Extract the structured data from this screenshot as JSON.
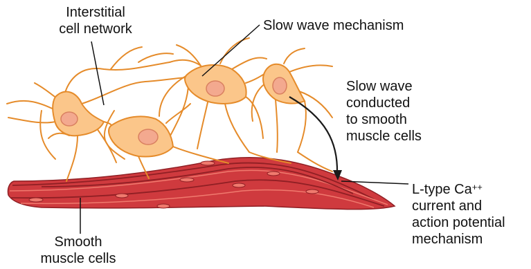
{
  "colors": {
    "cell_fill": "#fbc68a",
    "cell_stroke": "#e58b2a",
    "nucleus_fill": "#f3a98f",
    "nucleus_stroke": "#d98060",
    "muscle_fill": "#cf3a3e",
    "muscle_dark": "#8f1f24",
    "muscle_light": "#f07a6e",
    "leader_line": "#111111",
    "arrow": "#1a1a1a"
  },
  "labels": {
    "interstitial": [
      "Interstitial",
      "cell network"
    ],
    "slow_wave_mechanism": "Slow wave mechanism",
    "conducted": [
      "Slow wave",
      "conducted",
      "to smooth",
      "muscle cells"
    ],
    "ltype_prefix": "L-type Ca",
    "ltype_superscript": "++",
    "ltype_rest": [
      "current and",
      "action potential",
      "mechanism"
    ],
    "smooth_muscle": [
      "Smooth",
      "muscle cells"
    ]
  }
}
